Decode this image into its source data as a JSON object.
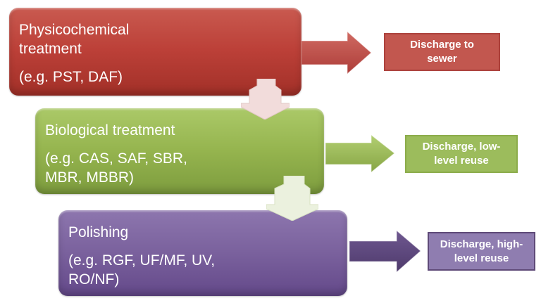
{
  "diagram": {
    "background_color": "#FFFFFF",
    "stages": [
      {
        "name": "Physicochemical treatment",
        "title_lines": [
          "Physicochemical",
          "treatment"
        ],
        "examples_lines": [
          "(e.g. PST, DAF)"
        ],
        "color": "#C0504D",
        "output": {
          "label": "Discharge to sewer",
          "lines": [
            "Discharge to",
            "sewer"
          ],
          "fill": "#C2574F",
          "border": "#AD433E"
        }
      },
      {
        "name": "Biological treatment",
        "title_lines": [
          "Biological treatment"
        ],
        "examples_lines": [
          "(e.g. CAS, SAF, SBR,",
          "MBR, MBBR)"
        ],
        "color": "#9BBB59",
        "output": {
          "label": "Discharge, low-level reuse",
          "lines": [
            "Discharge, low-",
            "level reuse"
          ],
          "fill": "#9CBC5C",
          "border": "#8CAC4B"
        }
      },
      {
        "name": "Polishing",
        "title_lines": [
          "Polishing"
        ],
        "examples_lines": [
          "(e.g. RGF, UF/MF, UV,",
          "RO/NF)"
        ],
        "color": "#8064A2",
        "output": {
          "label": "Discharge, high-level reuse",
          "lines": [
            "Discharge, high-",
            "level reuse"
          ],
          "fill": "#8F7DB0",
          "border": "#5F4A78"
        }
      }
    ],
    "connectors": {
      "down_arrow_1_color": "#F2DCDB",
      "down_arrow_2_color": "#EBF1DE",
      "right_arrow_red_color": "#C0504D",
      "right_arrow_green_color": "#9BBB59",
      "right_arrow_purple_color": "#604A7B"
    }
  }
}
